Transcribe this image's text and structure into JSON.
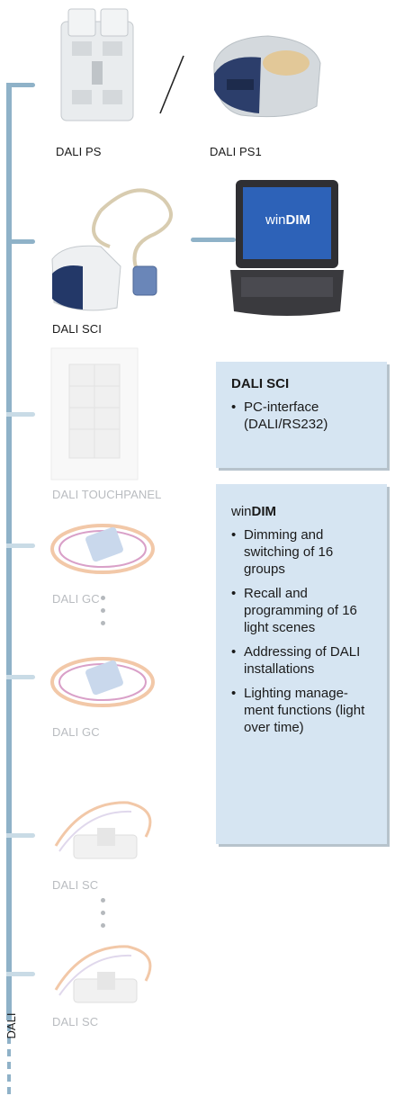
{
  "devices": {
    "ps": "DALI PS",
    "ps1": "DALI PS1",
    "sci": "DALI SCI",
    "touchpanel": "DALI TOUCHPANEL",
    "gc1": "DALI GC",
    "gc2": "DALI GC",
    "sc1": "DALI SC",
    "sc2": "DALI SC"
  },
  "laptop_screen": {
    "prefix": "win",
    "bold": "DIM"
  },
  "sci_box": {
    "title": "DALI SCI",
    "items": [
      "PC-interface (DALI/RS232)"
    ]
  },
  "windim_box": {
    "title_prefix": "win",
    "title_bold": "DIM",
    "items": [
      "Dimming and switching of 16 groups",
      "Recall and programming of 16 light scenes",
      "Addressing of DALI installations",
      "Lighting manage-ment functions (light over time)"
    ]
  },
  "bus_label": "DALI",
  "colors": {
    "bus": "#8fb2c8",
    "box": "#d6e5f2",
    "faded_text": "#b9bcc0"
  }
}
